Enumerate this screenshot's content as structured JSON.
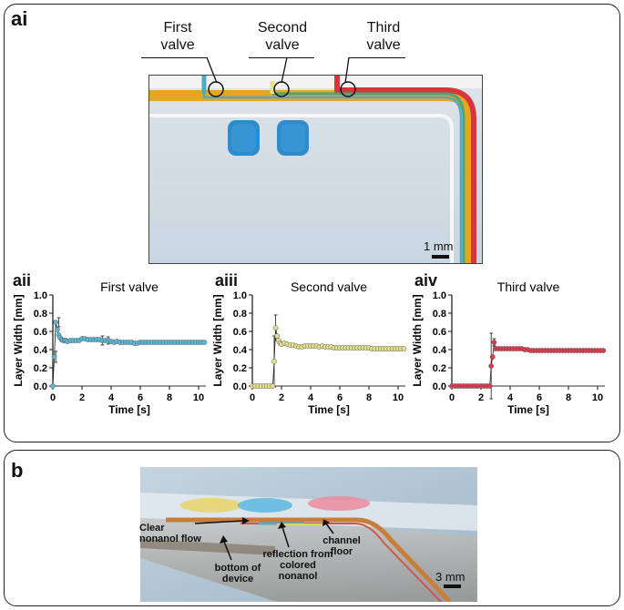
{
  "panels": {
    "a": {
      "label_ai": "ai",
      "valves": {
        "first": "First valve",
        "second": "Second valve",
        "third": "Third valve"
      },
      "scale_bar": "1 mm"
    },
    "b": {
      "label": "b",
      "scale_bar": "3 mm",
      "annotations": {
        "clear_flow": "Clear nonanol flow",
        "bottom": "bottom of device",
        "reflection": "reflection from colored nonanol",
        "channel_floor": "channel floor"
      }
    }
  },
  "colors": {
    "first": "#5bb7d8",
    "second": "#e4e28a",
    "third": "#e0394f"
  },
  "chart_data": [
    {
      "label": "aii",
      "type": "scatter",
      "title": "First valve",
      "xlabel": "Time [s]",
      "ylabel": "Layer Width [mm]",
      "xlim": [
        0,
        10.5
      ],
      "ylim": [
        0,
        1.0
      ],
      "xticks": [
        "0",
        "2",
        "4",
        "6",
        "8",
        "10"
      ],
      "yticks": [
        "0.0",
        "0.2",
        "0.4",
        "0.6",
        "0.8",
        "1.0"
      ],
      "series": [
        {
          "color": "#5bb7d8",
          "x": [
            0.0,
            0.1,
            0.2,
            0.3,
            0.4,
            0.5,
            0.6,
            0.7,
            0.8,
            0.9,
            1.0,
            1.2,
            1.4,
            1.6,
            1.8,
            2.0,
            2.2,
            2.4,
            2.6,
            2.8,
            3.0,
            3.2,
            3.4,
            3.6,
            3.8,
            4.0,
            4.2,
            4.4,
            4.6,
            4.8,
            5.0,
            5.2,
            5.4,
            5.6,
            5.8,
            6.0,
            6.2,
            6.4,
            6.6,
            6.8,
            7.0,
            7.2,
            7.4,
            7.6,
            7.8,
            8.0,
            8.2,
            8.4,
            8.6,
            8.8,
            9.0,
            9.2,
            9.4,
            9.6,
            9.8,
            10.0,
            10.2,
            10.4
          ],
          "y": [
            0.0,
            0.32,
            0.7,
            0.62,
            0.56,
            0.53,
            0.51,
            0.5,
            0.5,
            0.5,
            0.49,
            0.5,
            0.5,
            0.5,
            0.5,
            0.52,
            0.52,
            0.51,
            0.51,
            0.51,
            0.51,
            0.51,
            0.5,
            0.5,
            0.5,
            0.49,
            0.48,
            0.49,
            0.48,
            0.48,
            0.48,
            0.48,
            0.48,
            0.47,
            0.47,
            0.48,
            0.48,
            0.48,
            0.48,
            0.48,
            0.48,
            0.48,
            0.48,
            0.48,
            0.48,
            0.48,
            0.48,
            0.48,
            0.48,
            0.48,
            0.48,
            0.48,
            0.48,
            0.48,
            0.48,
            0.48,
            0.48,
            0.48
          ],
          "errors": [
            {
              "x": 0.4,
              "y": 0.7,
              "err": 0.05
            },
            {
              "x": 0.2,
              "y": 0.32,
              "err": 0.06
            },
            {
              "x": 3.4,
              "y": 0.5,
              "err": 0.05
            },
            {
              "x": 3.8,
              "y": 0.5,
              "err": 0.04
            }
          ]
        }
      ]
    },
    {
      "label": "aiii",
      "type": "scatter",
      "title": "Second valve",
      "xlabel": "Time [s]",
      "ylabel": "Layer Width [mm]",
      "xlim": [
        0,
        10.5
      ],
      "ylim": [
        0,
        1.0
      ],
      "xticks": [
        "0",
        "2",
        "4",
        "6",
        "8",
        "10"
      ],
      "yticks": [
        "0.0",
        "0.2",
        "0.4",
        "0.6",
        "0.8",
        "1.0"
      ],
      "series": [
        {
          "color": "#e4e28a",
          "x": [
            0.0,
            0.2,
            0.4,
            0.6,
            0.8,
            1.0,
            1.2,
            1.4,
            1.5,
            1.6,
            1.7,
            1.8,
            1.9,
            2.0,
            2.2,
            2.4,
            2.6,
            2.8,
            3.0,
            3.2,
            3.4,
            3.6,
            3.8,
            4.0,
            4.2,
            4.4,
            4.6,
            4.8,
            5.0,
            5.2,
            5.4,
            5.6,
            5.8,
            6.0,
            6.2,
            6.4,
            6.6,
            6.8,
            7.0,
            7.2,
            7.4,
            7.6,
            7.8,
            8.0,
            8.2,
            8.4,
            8.6,
            8.8,
            9.0,
            9.2,
            9.4,
            9.6,
            9.8,
            10.0,
            10.2,
            10.4
          ],
          "y": [
            0.0,
            0.0,
            0.0,
            0.0,
            0.0,
            0.0,
            0.0,
            0.0,
            0.27,
            0.64,
            0.55,
            0.5,
            0.47,
            0.46,
            0.47,
            0.46,
            0.45,
            0.45,
            0.44,
            0.43,
            0.43,
            0.44,
            0.44,
            0.44,
            0.44,
            0.44,
            0.43,
            0.44,
            0.43,
            0.43,
            0.43,
            0.42,
            0.42,
            0.42,
            0.42,
            0.42,
            0.42,
            0.42,
            0.42,
            0.42,
            0.42,
            0.42,
            0.42,
            0.42,
            0.41,
            0.41,
            0.41,
            0.41,
            0.41,
            0.41,
            0.41,
            0.41,
            0.41,
            0.41,
            0.41,
            0.41
          ],
          "errors": [
            {
              "x": 1.6,
              "y": 0.64,
              "err": 0.14
            },
            {
              "x": 1.5,
              "y": 0.27,
              "err": 0.28
            }
          ]
        }
      ]
    },
    {
      "label": "aiv",
      "type": "scatter",
      "title": "Third valve",
      "xlabel": "Time [s]",
      "ylabel": "Layer Width [mm]",
      "xlim": [
        0,
        10.5
      ],
      "ylim": [
        0,
        1.0
      ],
      "xticks": [
        "0",
        "2",
        "4",
        "6",
        "8",
        "10"
      ],
      "yticks": [
        "0.0",
        "0.2",
        "0.4",
        "0.6",
        "0.8",
        "1.0"
      ],
      "series": [
        {
          "color": "#e0394f",
          "x": [
            0.0,
            0.2,
            0.4,
            0.6,
            0.8,
            1.0,
            1.2,
            1.4,
            1.6,
            1.8,
            2.0,
            2.2,
            2.4,
            2.6,
            2.7,
            2.8,
            2.9,
            3.0,
            3.2,
            3.4,
            3.6,
            3.8,
            4.0,
            4.2,
            4.4,
            4.6,
            4.8,
            5.0,
            5.2,
            5.4,
            5.6,
            5.8,
            6.0,
            6.2,
            6.4,
            6.6,
            6.8,
            7.0,
            7.2,
            7.4,
            7.6,
            7.8,
            8.0,
            8.2,
            8.4,
            8.6,
            8.8,
            9.0,
            9.2,
            9.4,
            9.6,
            9.8,
            10.0,
            10.2,
            10.4
          ],
          "y": [
            0.0,
            0.0,
            0.0,
            0.0,
            0.0,
            0.0,
            0.0,
            0.0,
            0.0,
            0.0,
            0.0,
            0.0,
            0.0,
            0.0,
            0.22,
            0.32,
            0.48,
            0.41,
            0.41,
            0.41,
            0.41,
            0.41,
            0.41,
            0.41,
            0.41,
            0.41,
            0.41,
            0.4,
            0.4,
            0.39,
            0.39,
            0.39,
            0.39,
            0.39,
            0.39,
            0.39,
            0.39,
            0.39,
            0.39,
            0.39,
            0.39,
            0.39,
            0.39,
            0.39,
            0.39,
            0.39,
            0.39,
            0.39,
            0.39,
            0.39,
            0.39,
            0.39,
            0.39,
            0.39,
            0.39
          ],
          "errors": [
            {
              "x": 2.7,
              "y": 0.22,
              "err": 0.36
            },
            {
              "x": 2.9,
              "y": 0.48,
              "err": 0.04
            }
          ]
        }
      ]
    }
  ]
}
